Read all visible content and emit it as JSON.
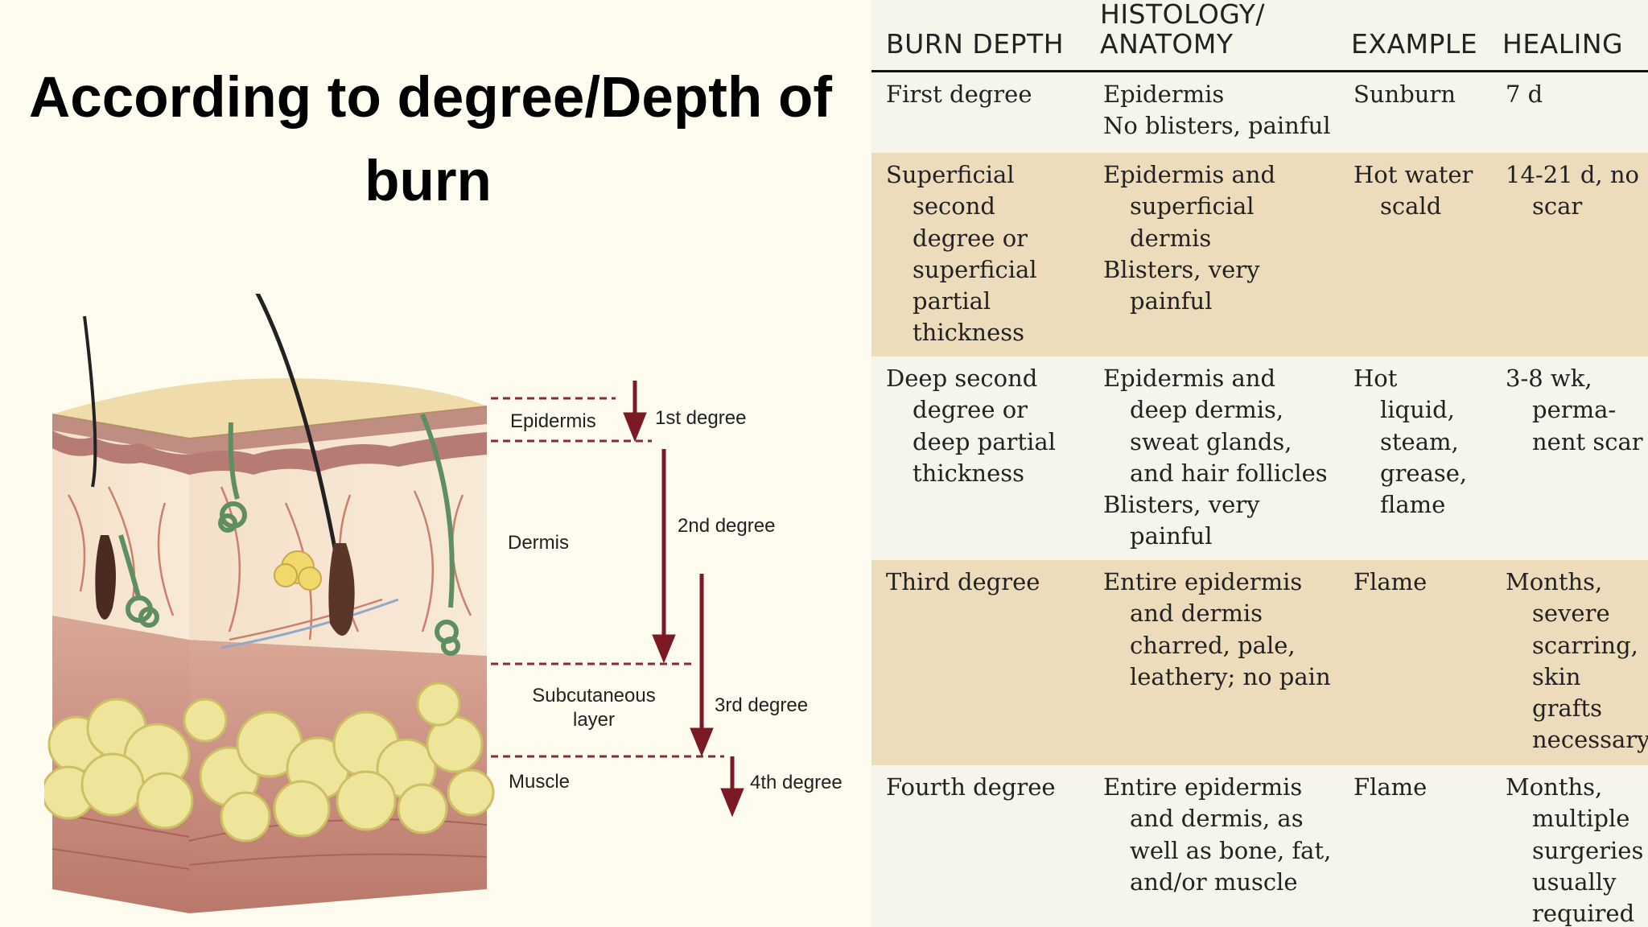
{
  "title": {
    "line1": "According to degree/Depth of",
    "line2": "burn"
  },
  "diagram": {
    "layer_labels": {
      "epidermis": "Epidermis",
      "dermis": "Dermis",
      "subcutaneous_line1": "Subcutaneous",
      "subcutaneous_line2": "layer",
      "muscle": "Muscle"
    },
    "degree_labels": {
      "first": "1st degree",
      "second": "2nd degree",
      "third": "3rd degree",
      "fourth": "4th degree"
    },
    "colors": {
      "arrow": "#7b1a24",
      "dashed_line": "#8a2a30",
      "fat": "#eee59a",
      "dermis": "#f2dcc2",
      "muscle": "#c9907f"
    }
  },
  "table": {
    "headers": {
      "burn_depth": "BURN DEPTH",
      "histology_line1": "HISTOLOGY/",
      "histology_line2": "ANATOMY",
      "example": "EXAMPLE",
      "healing": "HEALING"
    },
    "row_colors": {
      "odd": "#f6f5ec",
      "even": "#eddcbb",
      "header_rule": "#111111"
    },
    "rows": [
      {
        "depth": [
          "First degree"
        ],
        "histology": [
          "Epidermis",
          "No blisters, painful"
        ],
        "example": [
          "Sunburn"
        ],
        "healing": [
          "7 d"
        ]
      },
      {
        "depth": [
          "Superficial",
          "second",
          "degree or",
          "superficial",
          "partial",
          "thickness"
        ],
        "histology": [
          "Epidermis and",
          "superficial",
          "dermis",
          "Blisters, very",
          "painful"
        ],
        "example": [
          "Hot water",
          "scald"
        ],
        "healing": [
          "14-21 d, no",
          "scar"
        ]
      },
      {
        "depth": [
          "Deep second",
          "degree or",
          "deep partial",
          "thickness"
        ],
        "histology": [
          "Epidermis and",
          "deep dermis,",
          "sweat glands,",
          "and hair follicles",
          "Blisters, very",
          "painful"
        ],
        "example": [
          "Hot",
          "liquid,",
          "steam,",
          "grease,",
          "flame"
        ],
        "healing": [
          "3-8 wk,",
          "perma-",
          "nent scar"
        ]
      },
      {
        "depth": [
          "Third degree"
        ],
        "histology": [
          "Entire epidermis",
          "and dermis",
          "charred, pale,",
          "leathery; no pain"
        ],
        "example": [
          "Flame"
        ],
        "healing": [
          "Months,",
          "severe",
          "scarring,",
          "skin",
          "grafts",
          "necessary"
        ]
      },
      {
        "depth": [
          "Fourth degree"
        ],
        "histology": [
          "Entire epidermis",
          "and dermis, as",
          "well as bone, fat,",
          "and/or muscle"
        ],
        "example": [
          "Flame"
        ],
        "healing": [
          "Months,",
          "multiple",
          "surgeries",
          "usually",
          "required"
        ]
      }
    ]
  }
}
